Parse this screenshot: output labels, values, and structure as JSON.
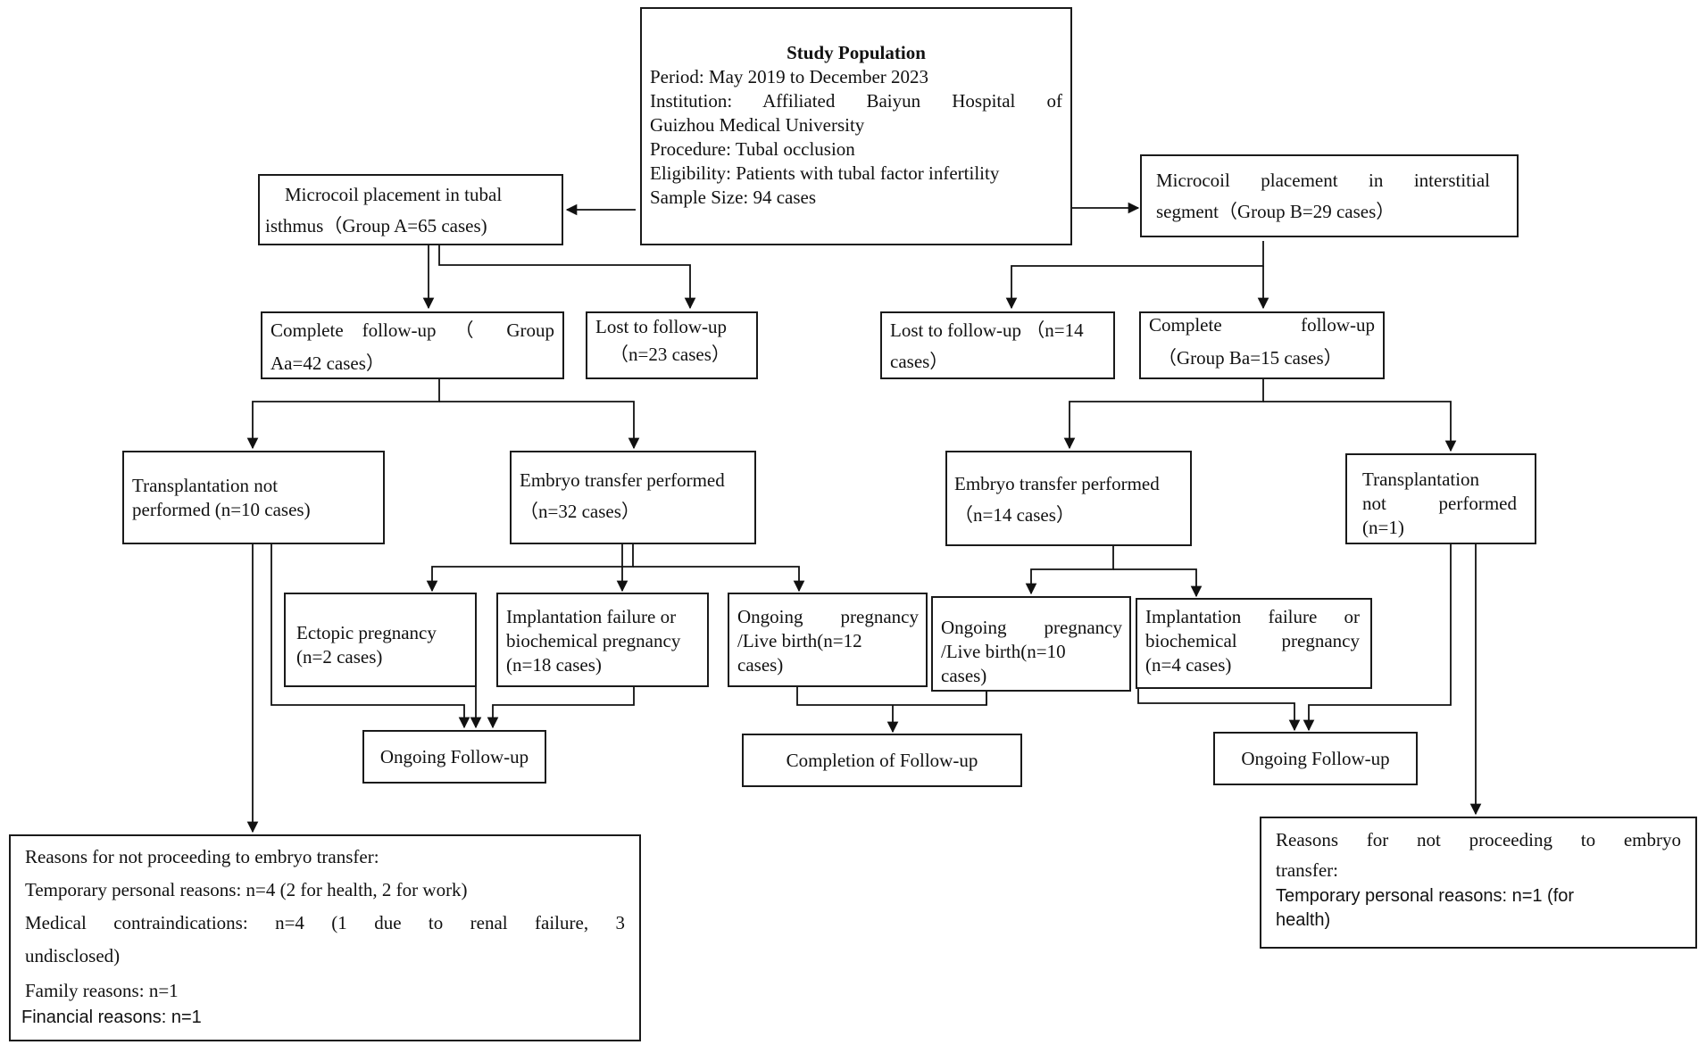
{
  "study_population": {
    "title": "Study Population",
    "period": "Period: May 2019 to December 2023",
    "institution_line1": "Institution:  Affiliated  Baiyun  Hospital  of",
    "institution_line2": "Guizhou Medical University",
    "procedure": "Procedure: Tubal occlusion",
    "eligibility": "Eligibility: Patients with tubal factor infertility",
    "sample_size": "Sample Size: 94 cases"
  },
  "group_a": {
    "placement_line1": "Microcoil placement in tubal",
    "placement_line2": "isthmus（Group A=65 cases)",
    "complete_line1": "Complete  follow-up  （ Group",
    "complete_line2": "Aa=42 cases）",
    "lost_line1": "Lost to follow-up",
    "lost_line2": "（n=23 cases）",
    "not_performed_line1": "Transplantation not",
    "not_performed_line2": "performed (n=10 cases)",
    "transfer_line1": "Embryo transfer performed",
    "transfer_line2": "（n=32 cases）",
    "ectopic_line1": "Ectopic pregnancy",
    "ectopic_line2": "(n=2 cases)",
    "failure_line1": "Implantation failure or",
    "failure_line2": "biochemical pregnancy",
    "failure_line3": "(n=18 cases)",
    "ongoing_line1": "Ongoing    pregnancy",
    "ongoing_line2": "/Live birth(n=12",
    "ongoing_line3": "cases)",
    "followup": "Ongoing Follow-up"
  },
  "group_b": {
    "placement_line1": "Microcoil  placement  in  interstitial",
    "placement_line2": "segment（Group   B=29 cases）",
    "lost_line1": "Lost to follow-up   （n=14",
    "lost_line2": "cases）",
    "complete_line1": "Complete              follow-up",
    "complete_line2": "（Group Ba=15 cases）",
    "transfer_line1": "Embryo transfer performed",
    "transfer_line2": "（n=14 cases）",
    "not_performed_line1": "Transplantation",
    "not_performed_line2": "not        performed",
    "not_performed_line3": "(n=1)",
    "ongoing_line1": "Ongoing    pregnancy",
    "ongoing_line2": "/Live birth(n=10",
    "ongoing_line3": "cases)",
    "failure_line1": "Implantation   failure   or",
    "failure_line2": "biochemical     pregnancy",
    "failure_line3": "(n=4 cases)",
    "followup": "Ongoing Follow-up"
  },
  "completion": "Completion of Follow-up",
  "reasons_a": {
    "heading": "Reasons for not proceeding to embryo transfer:",
    "temporary": "Temporary personal reasons: n=4 (2 for health, 2 for work)",
    "medical_line1": "Medical   contraindications:   n=4   (1   due   to   renal   failure,   3",
    "medical_line2": "undisclosed)",
    "family": "Family reasons: n=1",
    "financial": "Financial reasons: n=1"
  },
  "reasons_b": {
    "heading_line1": "Reasons   for   not   proceeding   to   embryo",
    "heading_line2": "transfer:",
    "temporary_line1": "Temporary personal reasons: n=1 (for",
    "temporary_line2": "health)"
  }
}
